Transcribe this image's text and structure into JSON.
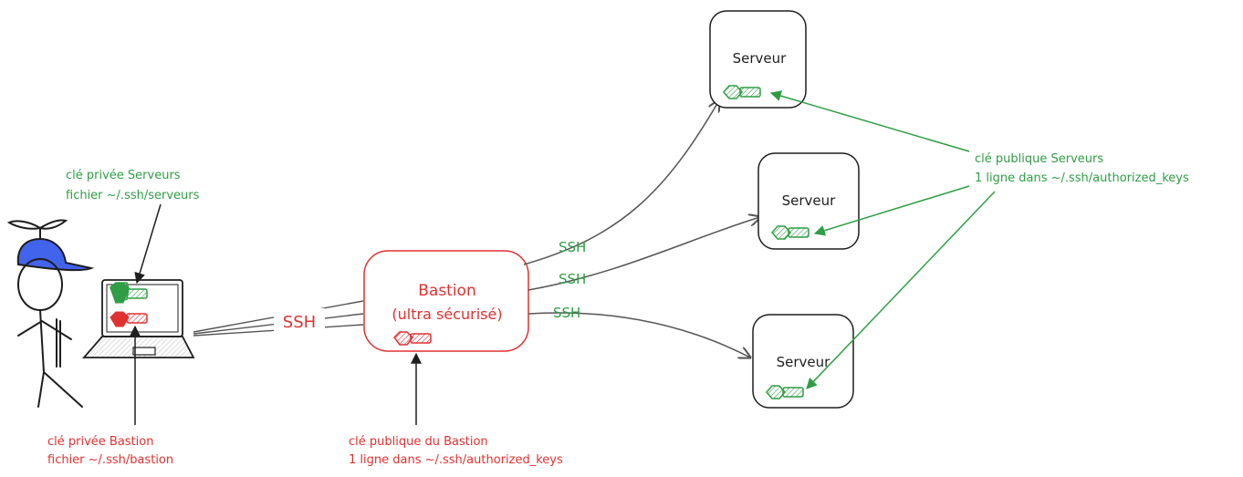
{
  "colors": {
    "green": "#2f9e44",
    "red": "#e03131",
    "stroke": "#1e1e1e",
    "grey_arrow": "#555555",
    "hat_blue": "#4263eb"
  },
  "labels": {
    "private_servers_line1": "clé privée Serveurs",
    "private_servers_line2": "fichier ~/.ssh/serveurs",
    "private_bastion_line1": "clé privée Bastion",
    "private_bastion_line2": "fichier ~/.ssh/bastion",
    "bastion_pub_line1": "clé publique du Bastion",
    "bastion_pub_line2": "1 ligne dans ~/.ssh/authorized_keys",
    "servers_pub_line1": "clé publique Serveurs",
    "servers_pub_line2": "1 ligne dans ~/.ssh/authorized_keys"
  },
  "bastion": {
    "title": "Bastion",
    "subtitle": "(ultra sécurisé)"
  },
  "servers": [
    {
      "label": "Serveur"
    },
    {
      "label": "Serveur"
    },
    {
      "label": "Serveur"
    }
  ],
  "connections": {
    "laptop_to_bastion": "SSH",
    "bastion_to_server_1": "SSH",
    "bastion_to_server_2": "SSH",
    "bastion_to_server_3": "SSH"
  },
  "icons": [
    "user-stick-figure-icon",
    "laptop-icon",
    "key-icon"
  ]
}
